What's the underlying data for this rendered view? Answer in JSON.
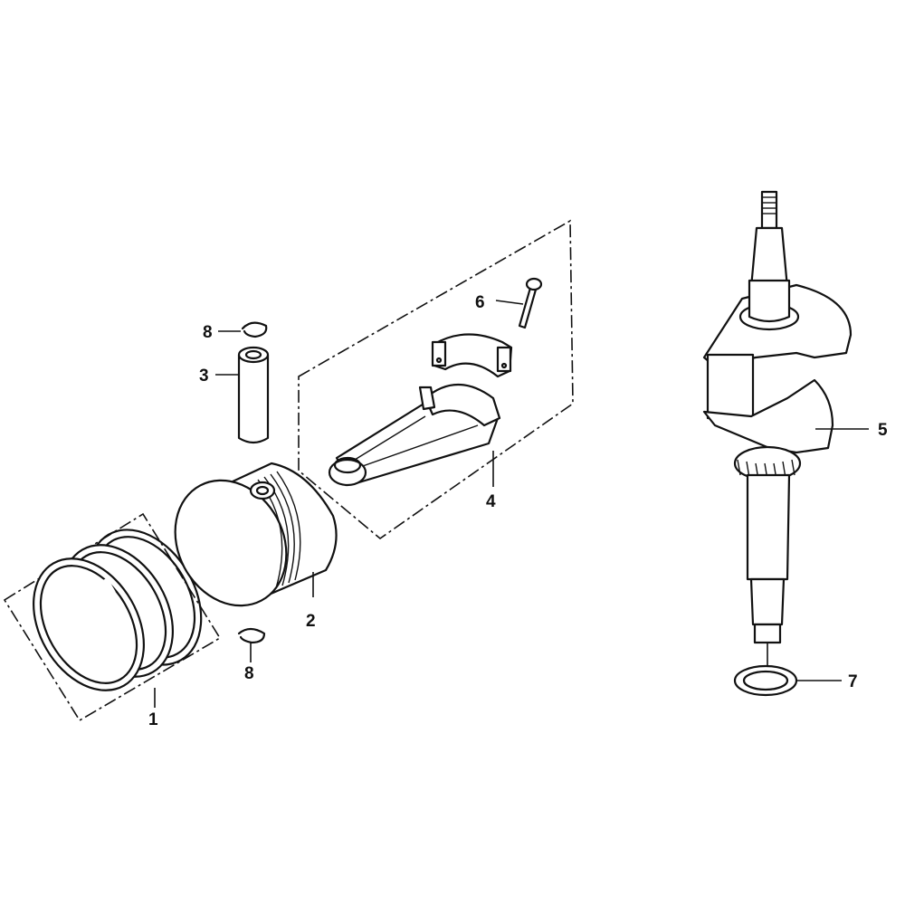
{
  "diagram": {
    "type": "exploded-parts-diagram",
    "subject": "Piston / Connecting Rod / Crankshaft assembly",
    "callouts": [
      {
        "id": "1",
        "label": "1",
        "part": "piston-ring-set"
      },
      {
        "id": "2",
        "label": "2",
        "part": "piston"
      },
      {
        "id": "3",
        "label": "3",
        "part": "piston-pin"
      },
      {
        "id": "4",
        "label": "4",
        "part": "connecting-rod-assembly"
      },
      {
        "id": "5",
        "label": "5",
        "part": "crankshaft"
      },
      {
        "id": "6",
        "label": "6",
        "part": "connecting-rod-bolt"
      },
      {
        "id": "7",
        "label": "7",
        "part": "washer"
      },
      {
        "id": "8a",
        "label": "8",
        "part": "piston-pin-clip"
      },
      {
        "id": "8b",
        "label": "8",
        "part": "piston-pin-clip"
      }
    ],
    "colors": {
      "line": "#111111",
      "background": "#ffffff"
    }
  }
}
